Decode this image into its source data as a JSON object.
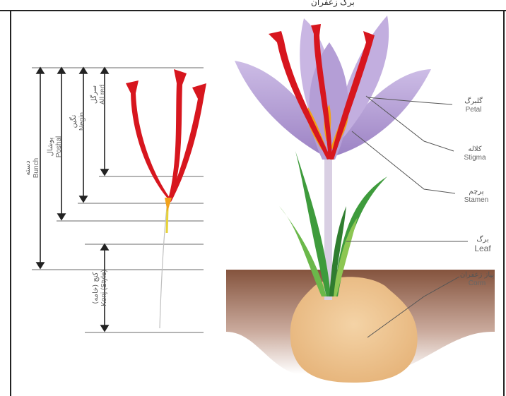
{
  "top_text": "برگ زعفران",
  "left_labels": [
    {
      "fa": "سرگل",
      "en": "All red"
    },
    {
      "fa": "نگین",
      "en": "Negin"
    },
    {
      "fa": "پوشال",
      "en": "Poshal"
    },
    {
      "fa": "دسته",
      "en": "Bunch"
    },
    {
      "fa": "کنج (خامه)",
      "en": "Konj (Style)"
    }
  ],
  "right_labels": [
    {
      "fa": "گلبرگ",
      "en": "Petal"
    },
    {
      "fa": "کلاله",
      "en": "Stigma"
    },
    {
      "fa": "پرچم",
      "en": "Stamen"
    },
    {
      "fa": "برگ",
      "en": "Leaf"
    },
    {
      "fa": "پیاز زعفران",
      "en": "Corm"
    }
  ],
  "colors": {
    "stigma_red": "#d7161e",
    "petal_purple": "#b09ad0",
    "stamen_yellow": "#f2a21b",
    "leaf_green": "#3e9b3c",
    "corm": "#edc493",
    "soil": "#7e4a33"
  }
}
